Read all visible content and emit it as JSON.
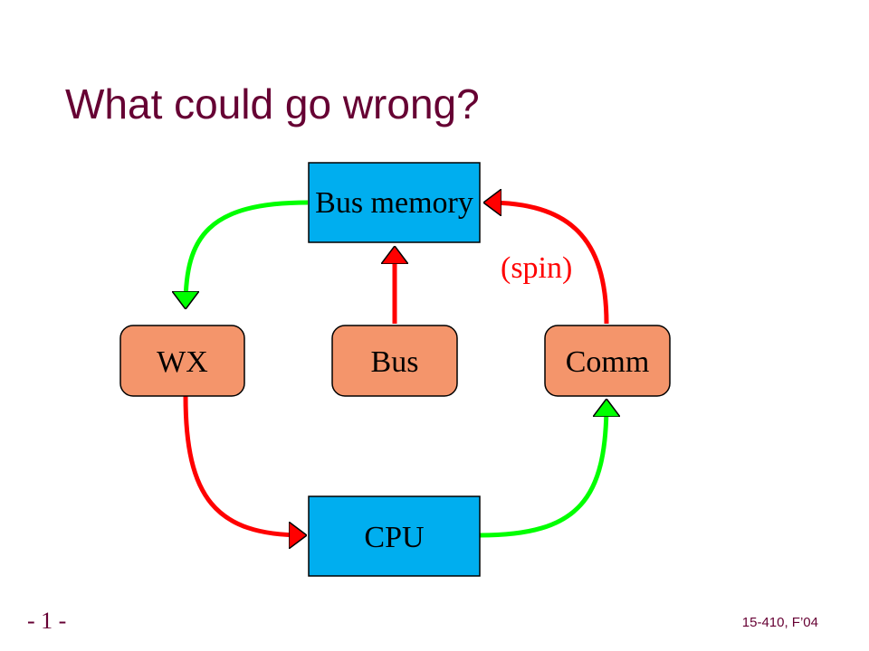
{
  "slide": {
    "title": "What could go wrong?",
    "page_number": "- 1 -",
    "course": "15-410, F’04"
  },
  "diagram": {
    "nodes": {
      "bus_memory": "Bus memory",
      "wx": "WX",
      "bus": "Bus",
      "comm": "Comm",
      "cpu": "CPU"
    },
    "spin_label": "(spin)"
  },
  "colors": {
    "title": "#660033",
    "memory_cpu_fill": "#00aeef",
    "device_fill": "#f4956b",
    "arrow_green": "#00ff00",
    "arrow_red": "#ff0000"
  }
}
